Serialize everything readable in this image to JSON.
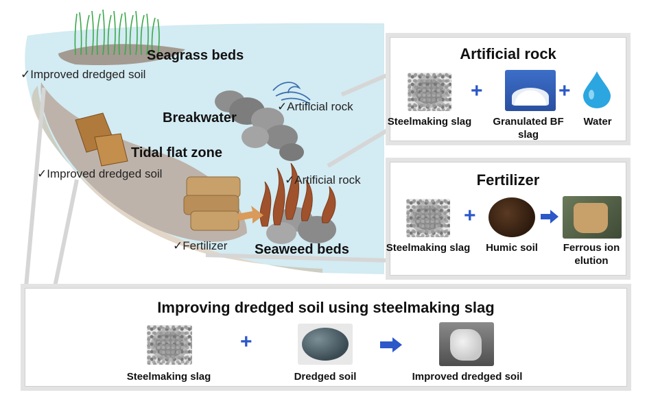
{
  "scene": {
    "seagrass_beds": "Seagrass beds",
    "improved_soil_top": "✓Improved dredged soil",
    "artificial_rock_1": "✓Artificial rock",
    "breakwater": "Breakwater",
    "tidal_flat_zone": "Tidal flat zone",
    "improved_soil_mid": "✓Improved dredged soil",
    "artificial_rock_2": "✓Artificial rock",
    "fertilizer": "✓Fertilizer",
    "seaweed_beds": "Seaweed beds"
  },
  "artificial_rock": {
    "title": "Artificial rock",
    "items": [
      "Steelmaking slag",
      "Granulated BF slag",
      "Water"
    ]
  },
  "fertilizer_panel": {
    "title": "Fertilizer",
    "items": [
      "Steelmaking slag",
      "Humic soil",
      "Ferrous ion elution"
    ]
  },
  "dredged": {
    "title": "Improving dredged soil using steelmaking slag",
    "items": [
      "Steelmaking slag",
      "Dredged soil",
      "Improved dredged soil"
    ]
  },
  "colors": {
    "sea": "#cfe8f0",
    "plus": "#2c58c8",
    "seaweed": "#a0522d",
    "seagrass": "#3aa84a"
  },
  "icons": [
    "seagrass-icon",
    "wave-icon",
    "breakwater-rocks-icon",
    "seaweed-icon",
    "fertilizer-bag-icon",
    "water-drop-icon",
    "slag-icon"
  ]
}
